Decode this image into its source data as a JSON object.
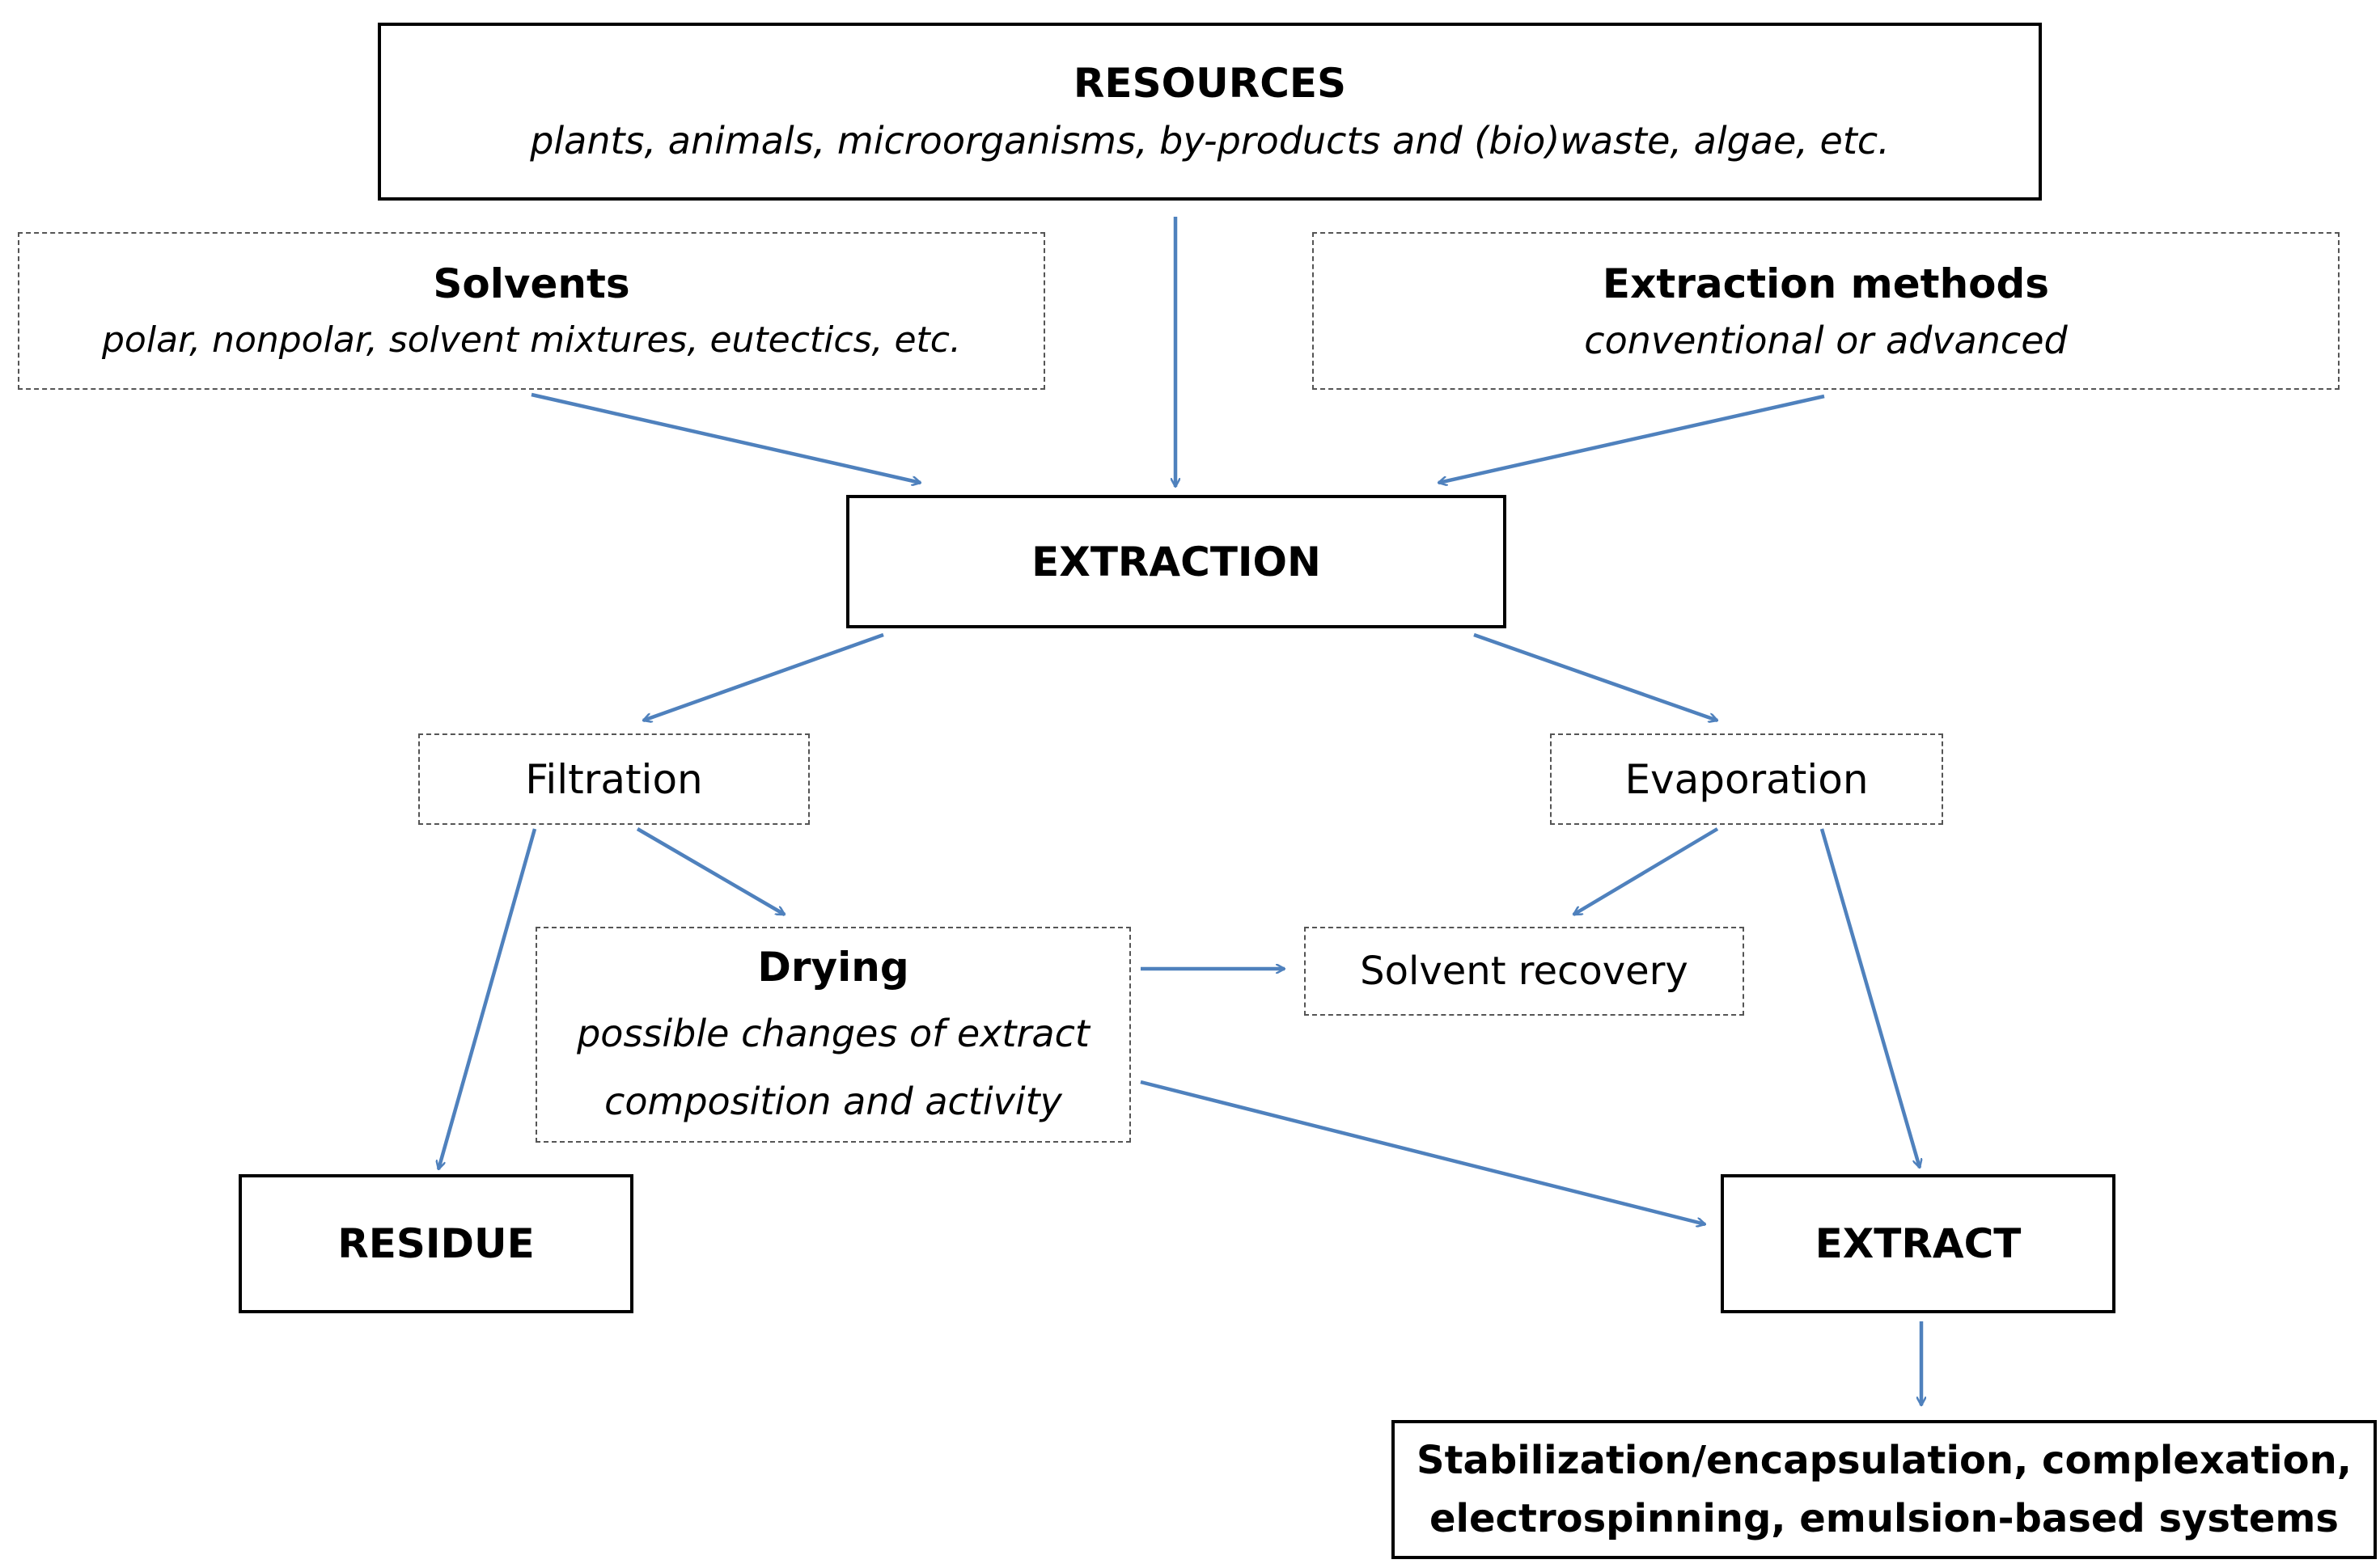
{
  "nodes": {
    "resources": {
      "title": "RESOURCES",
      "subtitle": "plants, animals, microorganisms, by-products and (bio)waste, algae, etc."
    },
    "solvents": {
      "title": "Solvents",
      "subtitle": "polar, nonpolar, solvent mixtures, eutectics, etc."
    },
    "extraction_methods": {
      "title": "Extraction methods",
      "subtitle": "conventional or advanced"
    },
    "extraction": {
      "title": "EXTRACTION"
    },
    "filtration": {
      "title": "Filtration"
    },
    "evaporation": {
      "title": "Evaporation"
    },
    "drying": {
      "title": "Drying",
      "subtitle_line1": "possible changes of extract",
      "subtitle_line2": "composition and activity"
    },
    "solvent_recovery": {
      "title": "Solvent recovery"
    },
    "residue": {
      "title": "RESIDUE"
    },
    "extract": {
      "title": "EXTRACT"
    },
    "stabilization": {
      "line1": "Stabilization/encapsulation, complexation,",
      "line2": "electrospinning, emulsion-based systems"
    }
  },
  "edges": [
    {
      "from": "resources",
      "to": "extraction"
    },
    {
      "from": "solvents",
      "to": "extraction"
    },
    {
      "from": "extraction_methods",
      "to": "extraction"
    },
    {
      "from": "extraction",
      "to": "filtration"
    },
    {
      "from": "extraction",
      "to": "evaporation"
    },
    {
      "from": "filtration",
      "to": "residue"
    },
    {
      "from": "filtration",
      "to": "drying"
    },
    {
      "from": "drying",
      "to": "solvent_recovery"
    },
    {
      "from": "drying",
      "to": "extract"
    },
    {
      "from": "evaporation",
      "to": "solvent_recovery"
    },
    {
      "from": "evaporation",
      "to": "extract"
    },
    {
      "from": "extract",
      "to": "stabilization"
    }
  ],
  "colors": {
    "arrow": "#4f81bd",
    "solid_border": "#000000",
    "dashed_border": "#555555"
  }
}
